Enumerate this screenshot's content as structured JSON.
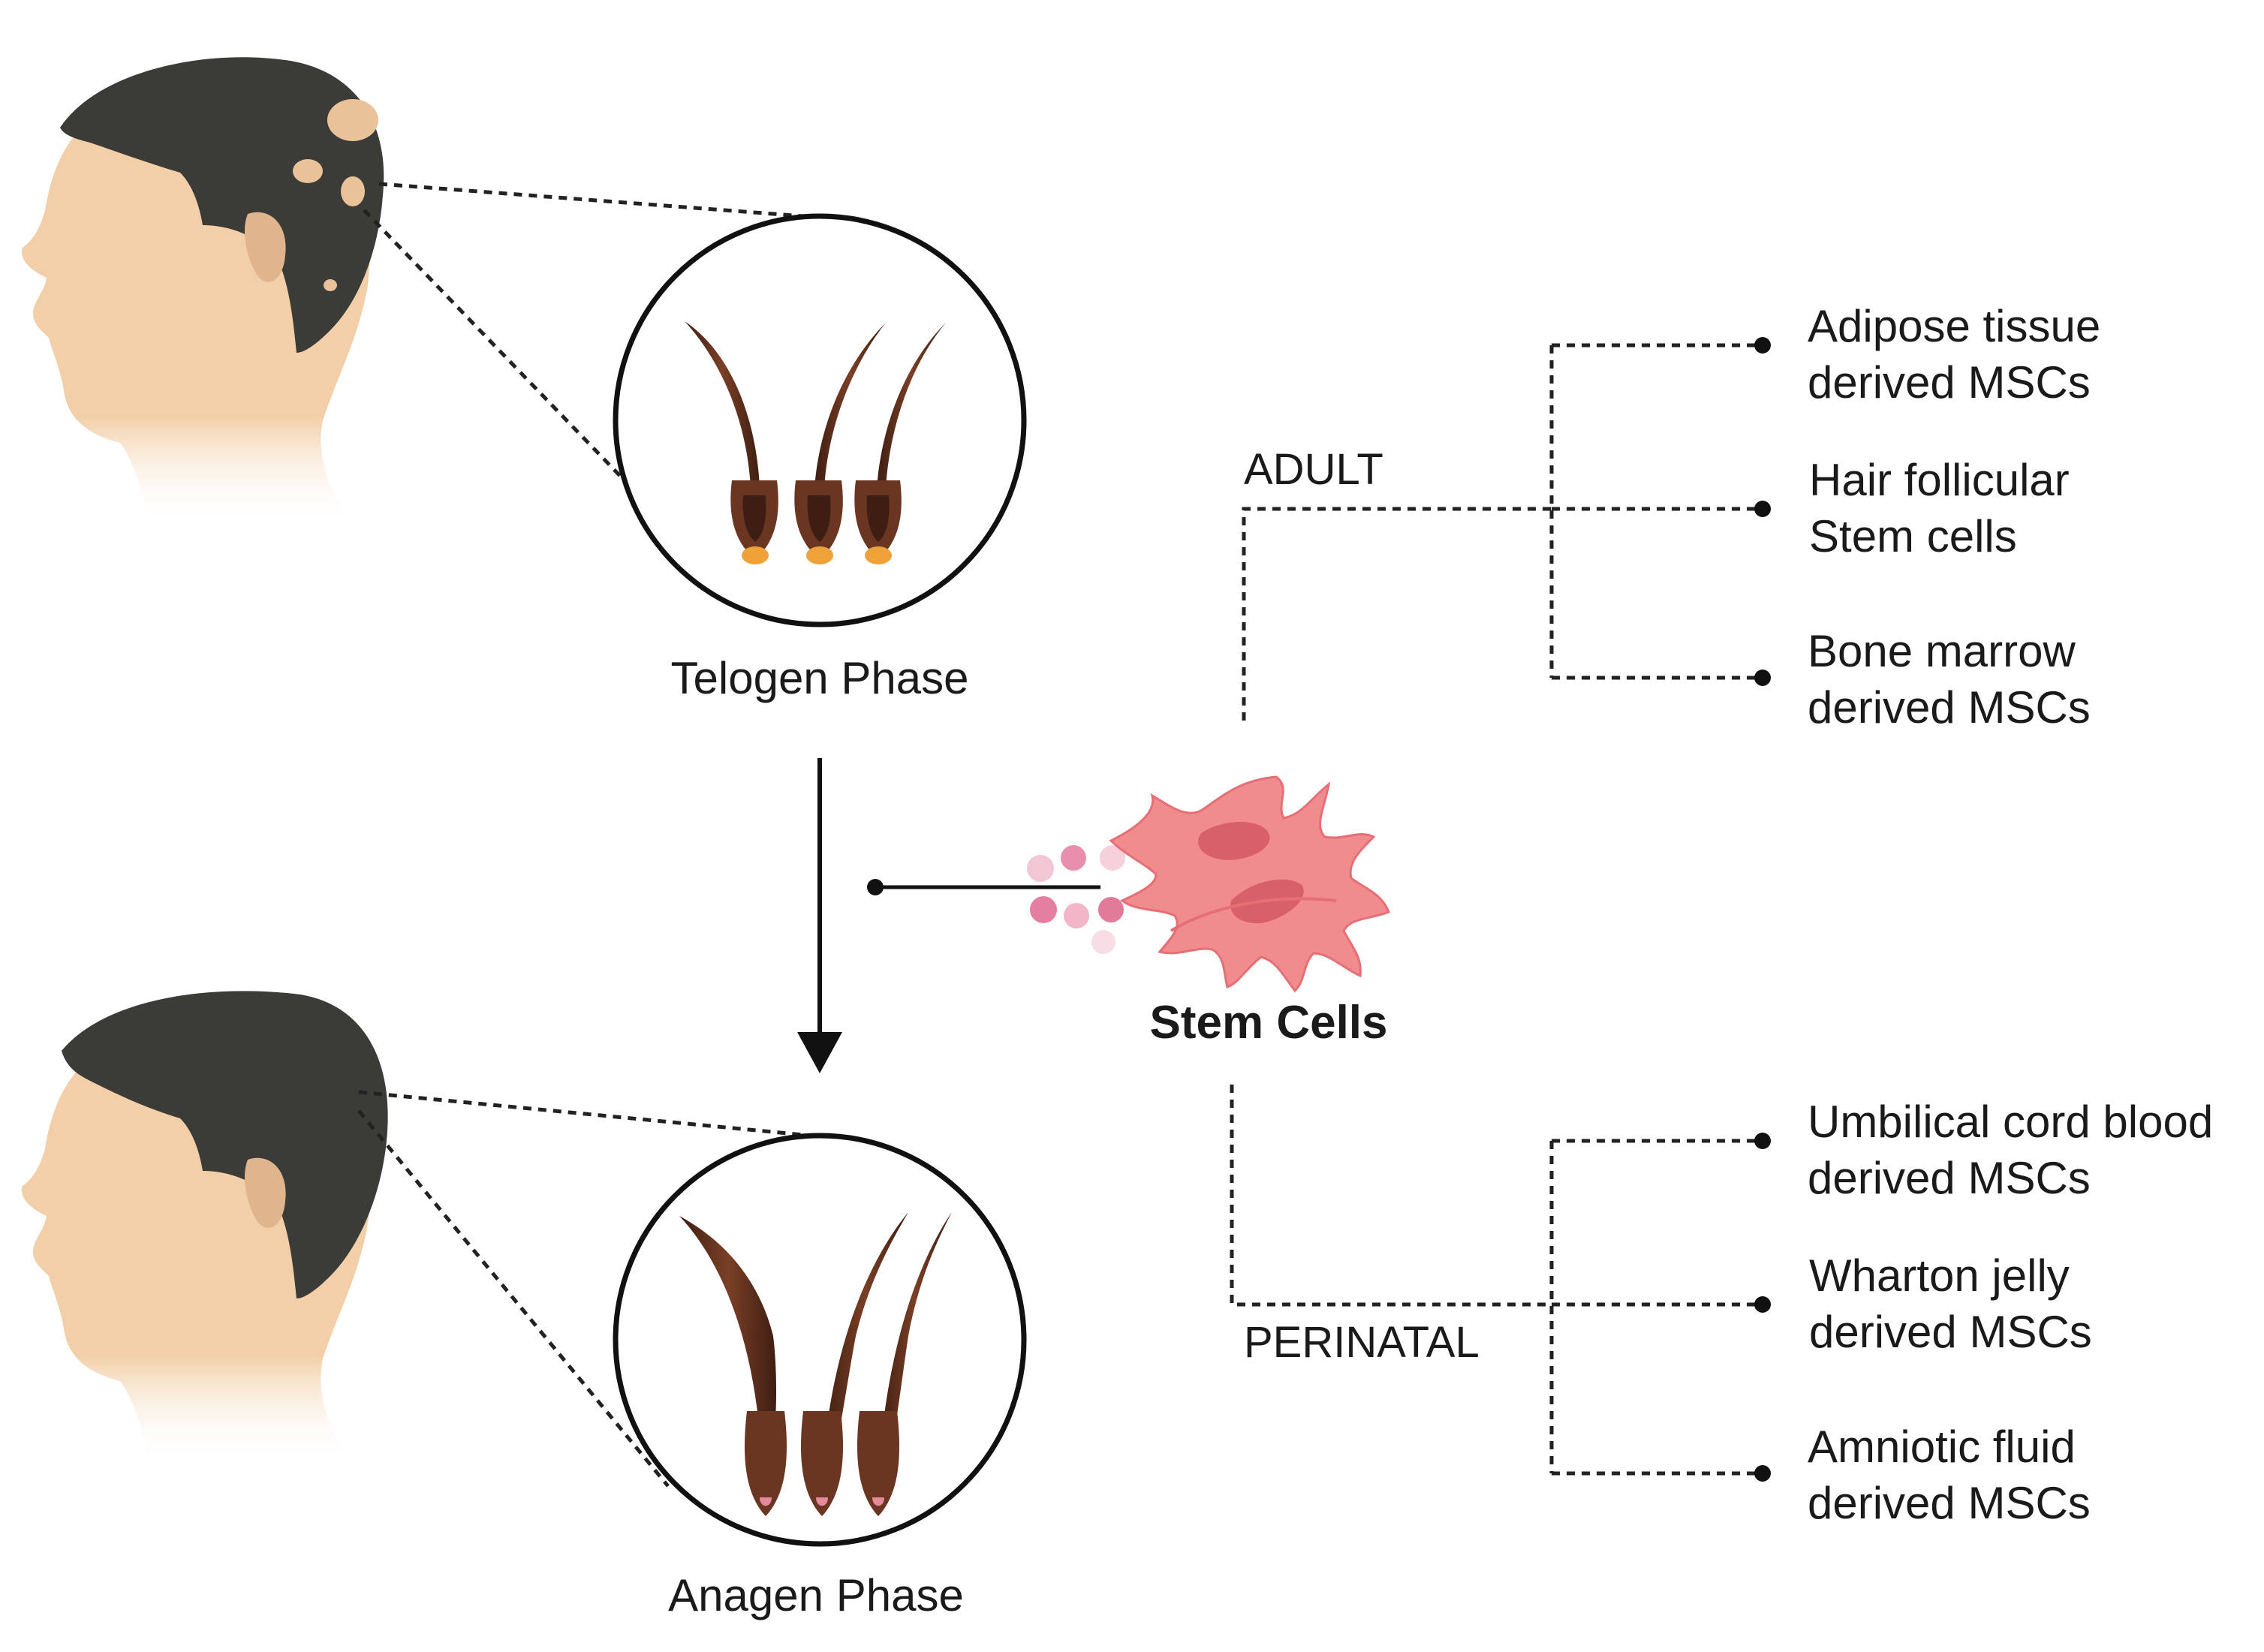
{
  "phases": {
    "telogen": "Telogen Phase",
    "anagen": "Anagen Phase"
  },
  "stem_cells": {
    "label": "Stem Cells"
  },
  "branches": {
    "adult": {
      "label": "ADULT",
      "sources": [
        {
          "line1": "Adipose tissue",
          "line2": "derived MSCs"
        },
        {
          "line1": "Hair follicular",
          "line2": "Stem cells"
        },
        {
          "line1": "Bone marrow",
          "line2": "derived MSCs"
        }
      ]
    },
    "perinatal": {
      "label": "PERINATAL",
      "sources": [
        {
          "line1": "Umbilical cord blood",
          "line2": "derived MSCs"
        },
        {
          "line1": "Wharton jelly",
          "line2": "derived MSCs"
        },
        {
          "line1": "Amniotic fluid",
          "line2": "derived MSCs"
        }
      ]
    }
  },
  "colors": {
    "skin": "#f2cfa8",
    "hair": "#3b3b38",
    "hair_shaft": "#5a2e1c",
    "stem_cell": "#f08b8e",
    "stem_nucleus": "#d8606a",
    "vesicle": "#e98fae",
    "alopecia_patch": "#e9c29a"
  }
}
